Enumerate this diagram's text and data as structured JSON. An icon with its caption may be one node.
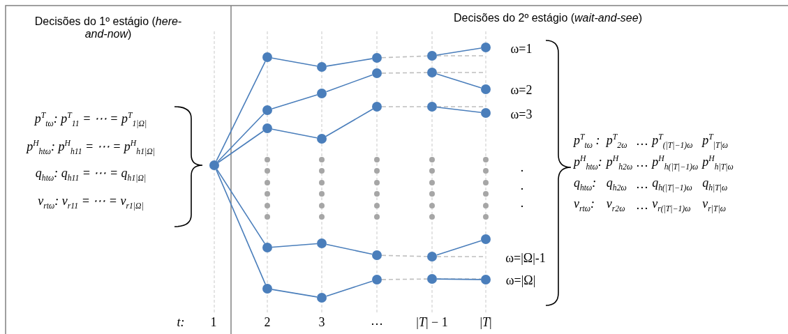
{
  "diagram": {
    "nodes": [
      {
        "text": [],
        "shape": "circle"
      },
      {
        "text": [],
        "shape": "circle"
      },
      {
        "text": [],
        "shape": "circle"
      },
      {
        "text": [],
        "shape": "circle"
      },
      {
        "text": [],
        "shape": "circle"
      },
      {
        "text": [],
        "shape": "circle"
      },
      {
        "text": [],
        "shape": "circle"
      },
      {
        "text": [],
        "shape": "circle"
      },
      {
        "text": [],
        "shape": "circle"
      },
      {
        "text": [],
        "shape": "circle"
      },
      {
        "text": [],
        "shape": "circle"
      },
      {
        "text": [],
        "shape": "circle"
      },
      {
        "text": [],
        "shape": "circle"
      },
      {
        "text": [],
        "shape": "circle"
      },
      {
        "text": [],
        "shape": "circle"
      },
      {
        "text": [],
        "shape": "circle"
      },
      {
        "text": [],
        "shape": "circle"
      },
      {
        "text": [],
        "shape": "circle"
      },
      {
        "text": [],
        "shape": "circle"
      },
      {
        "text": [],
        "shape": "circle"
      },
      {
        "text": [],
        "shape": "circle"
      },
      {
        "text": [],
        "shape": "circle"
      },
      {
        "text": [],
        "shape": "circle"
      },
      {
        "text": [],
        "shape": "circle"
      },
      {
        "text": [],
        "shape": "circle"
      },
      {
        "text": [],
        "shape": "circle"
      }
    ],
    "edges": [
      {
        "from": 0,
        "to": 1,
        "arrow": "none"
      },
      {
        "from": 0,
        "to": 6,
        "arrow": "none"
      },
      {
        "from": 0,
        "to": 11,
        "arrow": "none"
      },
      {
        "from": 0,
        "to": 16,
        "arrow": "none"
      },
      {
        "from": 0,
        "to": 21,
        "arrow": "none"
      },
      {
        "from": 1,
        "to": 2,
        "arrow": "none"
      },
      {
        "from": 2,
        "to": 3,
        "arrow": "none"
      },
      {
        "from": 3,
        "to": 4,
        "arrow": "none",
        "style": "dashed",
        "color": "#bfbfbf"
      },
      {
        "from": 4,
        "to": 5,
        "arrow": "none"
      },
      {
        "from": 6,
        "to": 7,
        "arrow": "none"
      },
      {
        "from": 7,
        "to": 8,
        "arrow": "none"
      },
      {
        "from": 8,
        "to": 9,
        "arrow": "none",
        "style": "dashed",
        "color": "#bfbfbf"
      },
      {
        "from": 9,
        "to": 10,
        "arrow": "none"
      },
      {
        "from": 11,
        "to": 12,
        "arrow": "none"
      },
      {
        "from": 12,
        "to": 13,
        "arrow": "none"
      },
      {
        "from": 13,
        "to": 14,
        "arrow": "none",
        "style": "dashed",
        "color": "#bfbfbf"
      },
      {
        "from": 14,
        "to": 15,
        "arrow": "none"
      },
      {
        "from": 16,
        "to": 17,
        "arrow": "none"
      },
      {
        "from": 17,
        "to": 18,
        "arrow": "none"
      },
      {
        "from": 18,
        "to": 19,
        "arrow": "none",
        "style": "dashed",
        "color": "#bfbfbf"
      },
      {
        "from": 19,
        "to": 20,
        "arrow": "none"
      },
      {
        "from": 21,
        "to": 22,
        "arrow": "none"
      },
      {
        "from": 22,
        "to": 23,
        "arrow": "none"
      },
      {
        "from": 23,
        "to": 24,
        "arrow": "none",
        "style": "dashed",
        "color": "#bfbfbf"
      },
      {
        "from": 24,
        "to": 25,
        "arrow": "none"
      }
    ],
    "labels": [
      "Decisões do 1º estágio (*here-and-now*)",
      "Decisões do 2º estágio (*wait-and-see*)",
      "p$^{T}$$_{tω}$:  p$^{T}$$_{11}$ = ⋯ = p$^{T}$$_{1|Ω|}$",
      "p$^{H}$$_{htω}$:  p$^{H}$$_{h11}$ = ⋯ = p$^{H}$$_{h1|Ω|}$",
      "q$_{htω}$:  q$_{h11}$ = ⋯ = q$_{h1|Ω|}$",
      "v$_{rtω}$:  v$_{r11}$ = ⋯ = v$_{r1|Ω|}$",
      "ω=1",
      "ω=2",
      "ω=3",
      ".",
      ".",
      ".",
      "ω=|Ω|-1",
      "ω=|Ω|",
      "p$^{T}$$_{tω}$ :",
      "p$^{T}$$_{2ω}$",
      "…",
      "p$^{T}$$_{(|T|−1)ω}$",
      "p$^{T}$$_{|T|ω}$",
      "p$^{H}$$_{htω}$:",
      "p$^{H}$$_{h2ω}$",
      "…",
      "p$^{H}$$_{h(|T|−1)ω}$",
      "p$^{H}$$_{h|T|ω}$",
      "q$_{htω}$:",
      "q$_{h2ω}$",
      "…",
      "q$_{h(|T|−1)ω}$",
      "q$_{h|T|ω}$",
      "v$_{rtω}$:",
      "v$_{r2ω}$",
      "…",
      "v$_{r(|T|−1)ω}$",
      "v$_{r|T|ω}$",
      "t:",
      "1",
      "2",
      "3",
      "…",
      "|*T*| − 1",
      "|*T*|"
    ]
  }
}
